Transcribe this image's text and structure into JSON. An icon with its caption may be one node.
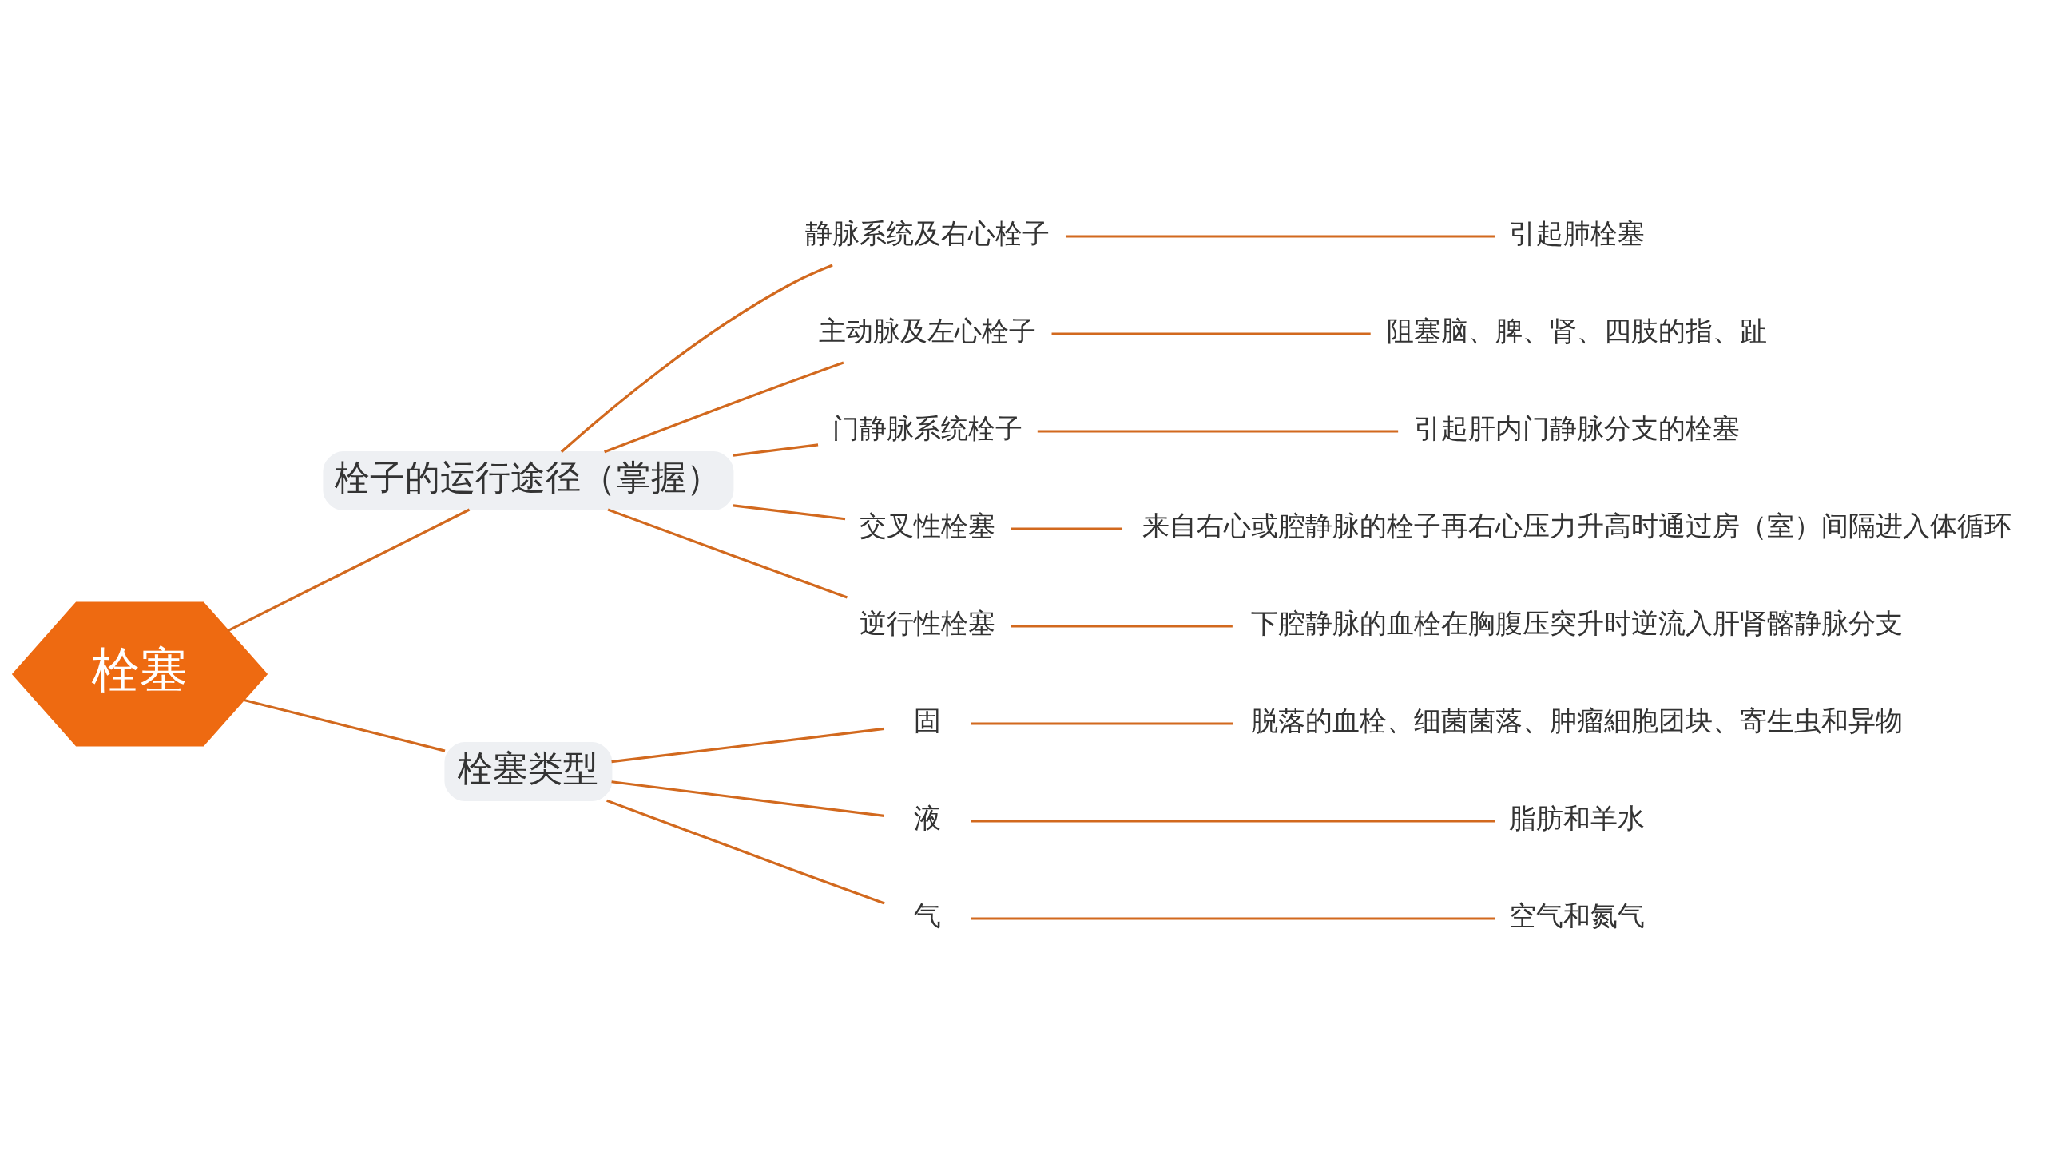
{
  "diagram": {
    "nodes": [
      {
        "text": [
          "栓塞"
        ]
      },
      {
        "text": [
          "栓子的运行途径（掌握）"
        ]
      },
      {
        "text": [
          "静脉系统及右心栓子"
        ]
      },
      {
        "text": [
          "引起肺栓塞"
        ]
      },
      {
        "text": [
          "主动脉及左心栓子"
        ]
      },
      {
        "text": [
          "阻塞脑、脾、肾、四肢的指、趾"
        ]
      },
      {
        "text": [
          "门静脉系统栓子"
        ]
      },
      {
        "text": [
          "引起肝内门静脉分支的栓塞"
        ]
      },
      {
        "text": [
          "交叉性栓塞"
        ]
      },
      {
        "text": [
          "来自右心或腔静脉的栓子再右心压力升高时通过房（室）间隔进入体循环"
        ]
      },
      {
        "text": [
          "逆行性栓塞"
        ]
      },
      {
        "text": [
          "下腔静脉的血栓在胸腹压突升时逆流入肝肾髂静脉分支"
        ]
      },
      {
        "text": [
          "栓塞类型"
        ]
      },
      {
        "text": [
          "固"
        ]
      },
      {
        "text": [
          "脱落的血栓、细菌菌落、肿瘤細胞团块、寄生虫和异物"
        ]
      },
      {
        "text": [
          "液"
        ]
      },
      {
        "text": [
          "脂肪和羊水"
        ]
      },
      {
        "text": [
          "气"
        ]
      },
      {
        "text": [
          "空气和氮气"
        ]
      }
    ],
    "edges": [
      {
        "from": 0,
        "to": 1,
        "arrow": "none"
      },
      {
        "from": 1,
        "to": 2,
        "arrow": "none"
      },
      {
        "from": 2,
        "to": 3,
        "arrow": "none"
      },
      {
        "from": 1,
        "to": 4,
        "arrow": "none"
      },
      {
        "from": 4,
        "to": 5,
        "arrow": "none"
      },
      {
        "from": 1,
        "to": 6,
        "arrow": "none"
      },
      {
        "from": 6,
        "to": 7,
        "arrow": "none"
      },
      {
        "from": 1,
        "to": 8,
        "arrow": "none"
      },
      {
        "from": 8,
        "to": 9,
        "arrow": "none"
      },
      {
        "from": 1,
        "to": 10,
        "arrow": "none"
      },
      {
        "from": 10,
        "to": 11,
        "arrow": "none"
      },
      {
        "from": 0,
        "to": 12,
        "arrow": "none"
      },
      {
        "from": 12,
        "to": 13,
        "arrow": "none"
      },
      {
        "from": 13,
        "to": 14,
        "arrow": "none"
      },
      {
        "from": 12,
        "to": 15,
        "arrow": "none"
      },
      {
        "from": 15,
        "to": 16,
        "arrow": "none"
      },
      {
        "from": 12,
        "to": 17,
        "arrow": "none"
      },
      {
        "from": 17,
        "to": 18,
        "arrow": "none"
      }
    ]
  }
}
